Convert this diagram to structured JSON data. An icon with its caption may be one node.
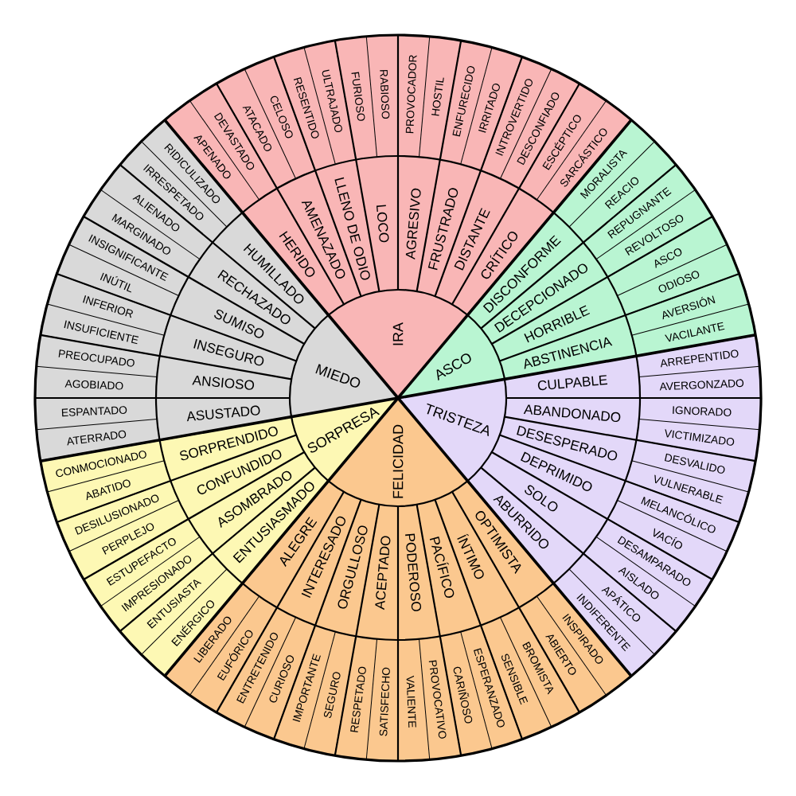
{
  "diagram": {
    "nodes": [
      {
        "text": [
          "IRA"
        ]
      },
      {
        "text": [
          "ASCO"
        ]
      },
      {
        "text": [
          "TRISTEZA"
        ]
      },
      {
        "text": [
          "FELICIDAD"
        ]
      },
      {
        "text": [
          "SORPRESA"
        ]
      },
      {
        "text": [
          "MIEDO"
        ]
      },
      {
        "text": [
          "HERIDO"
        ]
      },
      {
        "text": [
          "AMENAZADO"
        ]
      },
      {
        "text": [
          "LLENO DE ODIO"
        ]
      },
      {
        "text": [
          "LOCO"
        ]
      },
      {
        "text": [
          "AGRESIVO"
        ]
      },
      {
        "text": [
          "FRUSTRADO"
        ]
      },
      {
        "text": [
          "DISTANTE"
        ]
      },
      {
        "text": [
          "CRÍTICO"
        ]
      },
      {
        "text": [
          "DISCONFORME"
        ]
      },
      {
        "text": [
          "DECEPCIONADO"
        ]
      },
      {
        "text": [
          "HORRIBLE"
        ]
      },
      {
        "text": [
          "ABSTINENCIA"
        ]
      },
      {
        "text": [
          "CULPABLE"
        ]
      },
      {
        "text": [
          "ABANDONADO"
        ]
      },
      {
        "text": [
          "DESESPERADO"
        ]
      },
      {
        "text": [
          "DEPRIMIDO"
        ]
      },
      {
        "text": [
          "SOLO"
        ]
      },
      {
        "text": [
          "ABURRIDO"
        ]
      },
      {
        "text": [
          "OPTIMISTA"
        ]
      },
      {
        "text": [
          "ÍNTIMO"
        ]
      },
      {
        "text": [
          "PACÍFICO"
        ]
      },
      {
        "text": [
          "PODEROSO"
        ]
      },
      {
        "text": [
          "ACEPTADO"
        ]
      },
      {
        "text": [
          "ORGULLOSO"
        ]
      },
      {
        "text": [
          "INTERESADO"
        ]
      },
      {
        "text": [
          "ALEGRE"
        ]
      },
      {
        "text": [
          "ENTUSIASMADO"
        ]
      },
      {
        "text": [
          "ASOMBRADO"
        ]
      },
      {
        "text": [
          "CONFUNDIDO"
        ]
      },
      {
        "text": [
          "SORPRENDIDO"
        ]
      },
      {
        "text": [
          "ASUSTADO"
        ]
      },
      {
        "text": [
          "ANSIOSO"
        ]
      },
      {
        "text": [
          "INSEGURO"
        ]
      },
      {
        "text": [
          "SUMISO"
        ]
      },
      {
        "text": [
          "RECHAZADO"
        ]
      },
      {
        "text": [
          "HUMILLADO"
        ]
      },
      {
        "text": [
          "APENADO"
        ]
      },
      {
        "text": [
          "DEVASTADO"
        ]
      },
      {
        "text": [
          "ATACADO"
        ]
      },
      {
        "text": [
          "CELOSO"
        ]
      },
      {
        "text": [
          "RESENTIDO"
        ]
      },
      {
        "text": [
          "ULTRAJADO"
        ]
      },
      {
        "text": [
          "FURIOSO"
        ]
      },
      {
        "text": [
          "RABIOSO"
        ]
      },
      {
        "text": [
          "PROVOCADOR"
        ]
      },
      {
        "text": [
          "HOSTIL"
        ]
      },
      {
        "text": [
          "ENFURECIDO"
        ]
      },
      {
        "text": [
          "IRRITADO"
        ]
      },
      {
        "text": [
          "INTROVERTIDO"
        ]
      },
      {
        "text": [
          "DESCONFIADO"
        ]
      },
      {
        "text": [
          "ESCÉPTICO"
        ]
      },
      {
        "text": [
          "SARCÁSTICO"
        ]
      },
      {
        "text": [
          "MORALISTA"
        ]
      },
      {
        "text": [
          "REACIO"
        ]
      },
      {
        "text": [
          "REPUGNANTE"
        ]
      },
      {
        "text": [
          "REVOLTOSO"
        ]
      },
      {
        "text": [
          "ASCO"
        ]
      },
      {
        "text": [
          "ODIOSO"
        ]
      },
      {
        "text": [
          "AVERSIÓN"
        ]
      },
      {
        "text": [
          "VACILANTE"
        ]
      },
      {
        "text": [
          "ARREPENTIDO"
        ]
      },
      {
        "text": [
          "AVERGONZADO"
        ]
      },
      {
        "text": [
          "IGNORADO"
        ]
      },
      {
        "text": [
          "VICTIMIZADO"
        ]
      },
      {
        "text": [
          "DESVALIDO"
        ]
      },
      {
        "text": [
          "VULNERABLE"
        ]
      },
      {
        "text": [
          "MELANCÓLICO"
        ]
      },
      {
        "text": [
          "VACÍO"
        ]
      },
      {
        "text": [
          "DESAMPARADO"
        ]
      },
      {
        "text": [
          "AISLADO"
        ]
      },
      {
        "text": [
          "APÁTICO"
        ]
      },
      {
        "text": [
          "INDIFERENTE"
        ]
      },
      {
        "text": [
          "INSPIRADO"
        ]
      },
      {
        "text": [
          "ABIERTO"
        ]
      },
      {
        "text": [
          "BROMISTA"
        ]
      },
      {
        "text": [
          "SENSIBLE"
        ]
      },
      {
        "text": [
          "ESPERANZADO"
        ]
      },
      {
        "text": [
          "CARIÑOSO"
        ]
      },
      {
        "text": [
          "PROVOCATIVO"
        ]
      },
      {
        "text": [
          "VALIENTE"
        ]
      },
      {
        "text": [
          "SATISFECHO"
        ]
      },
      {
        "text": [
          "RESPETADO"
        ]
      },
      {
        "text": [
          "SEGURO"
        ]
      },
      {
        "text": [
          "IMPORTANTE"
        ]
      },
      {
        "text": [
          "CURIOSO"
        ]
      },
      {
        "text": [
          "ENTRETENIDO"
        ]
      },
      {
        "text": [
          "EUFÓRICO"
        ]
      },
      {
        "text": [
          "LIBERADO"
        ]
      },
      {
        "text": [
          "ENÉRGICO"
        ]
      },
      {
        "text": [
          "ENTUSIASTA"
        ]
      },
      {
        "text": [
          "IMPRESIONADO"
        ]
      },
      {
        "text": [
          "ESTUPEFACTO"
        ]
      },
      {
        "text": [
          "PERPLEJO"
        ]
      },
      {
        "text": [
          "DESILUSIONADO"
        ]
      },
      {
        "text": [
          "ABATIDO"
        ]
      },
      {
        "text": [
          "CONMOCIONADO"
        ]
      },
      {
        "text": [
          "ATERRADO"
        ]
      },
      {
        "text": [
          "ESPANTADO"
        ]
      },
      {
        "text": [
          "AGOBIADO"
        ]
      },
      {
        "text": [
          "PREOCUPADO"
        ]
      },
      {
        "text": [
          "INSUFICIENTE"
        ]
      },
      {
        "text": [
          "INFERIOR"
        ]
      },
      {
        "text": [
          "INÚTIL"
        ]
      },
      {
        "text": [
          "INSIGNIFICANTE"
        ]
      },
      {
        "text": [
          "MARGINADO"
        ]
      },
      {
        "text": [
          "ALIENADO"
        ]
      },
      {
        "text": [
          "IRRESPETADO"
        ]
      },
      {
        "text": [
          "RIDICULIZADO"
        ]
      }
    ]
  }
}
